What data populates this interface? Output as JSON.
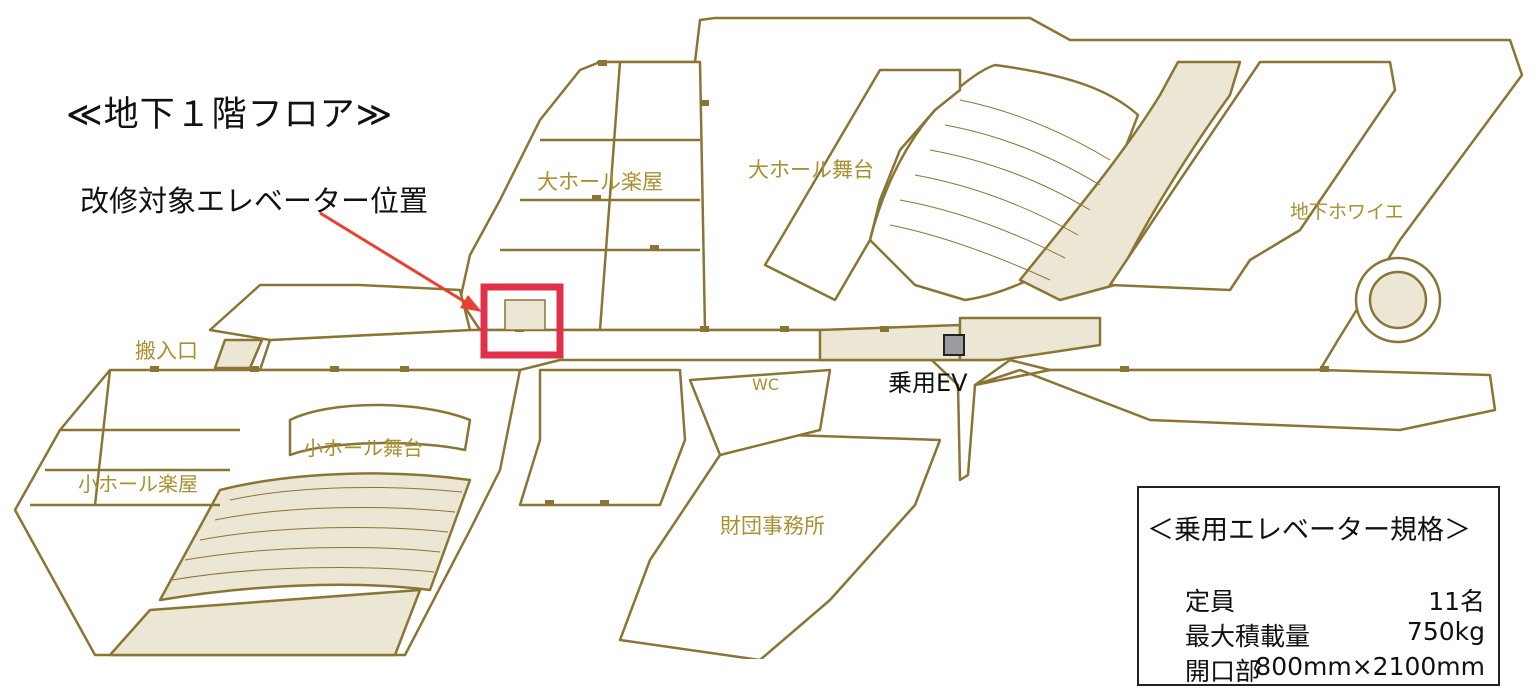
{
  "map": {
    "title": "≪地下１階フロア≫",
    "target_label": "改修対象エレベーター位置",
    "rooms": {
      "large_hall_dressing": "大ホール楽屋",
      "large_hall_stage": "大ホール舞台",
      "basement_foyer": "地下ホワイエ",
      "loading_entrance": "搬入口",
      "small_hall_stage": "小ホール舞台",
      "small_hall_dressing": "小ホール楽屋",
      "wc": "WC",
      "foundation_office": "財団事務所"
    },
    "ev_label": "乗用EV",
    "colors": {
      "wall": "#8b7535",
      "floor_fill": "#ece6d5",
      "label": "#a89030",
      "highlight": "#e0304a",
      "arrow": "#e8412f",
      "ev_marker": "#9a9aa0"
    }
  },
  "spec": {
    "title": "＜乗用エレベーター規格＞",
    "rows": [
      {
        "label": "定員",
        "value": "11名"
      },
      {
        "label": "最大積載量",
        "value": "750kg"
      },
      {
        "label": "開口部",
        "value": "800mm×2100mm"
      }
    ]
  }
}
